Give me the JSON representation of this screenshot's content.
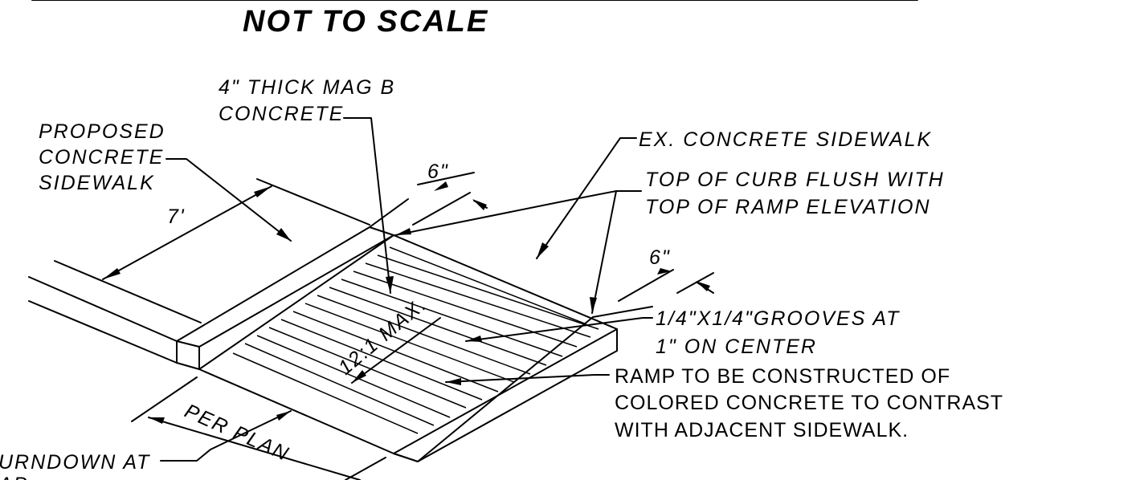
{
  "title": "NOT TO SCALE",
  "labels": {
    "thick_line1": "4\" THICK MAG B",
    "thick_line2": "CONCRETE",
    "proposed_line1": "PROPOSED",
    "proposed_line2": "CONCRETE",
    "proposed_line3": "SIDEWALK",
    "ex_sidewalk": "EX. CONCRETE SIDEWALK",
    "curb_line1": "TOP OF CURB FLUSH WITH",
    "curb_line2": "TOP OF RAMP ELEVATION",
    "grooves_line1": "1/4\"X1/4\"GROOVES AT",
    "grooves_line2": "1\" ON CENTER",
    "ramp_line1": "RAMP TO BE CONSTRUCTED OF",
    "ramp_line2": "COLORED CONCRETE TO CONTRAST",
    "ramp_line3": "WITH ADJACENT  SIDEWALK.",
    "turndown_line1": "URNDOWN AT",
    "turndown_line2": "AP",
    "slope": "12:1 MAX.",
    "per_plan": "PER PLAN"
  },
  "dimensions": {
    "width_sidewalk": "7'",
    "curb_left": "6\"",
    "curb_right": "6\""
  }
}
